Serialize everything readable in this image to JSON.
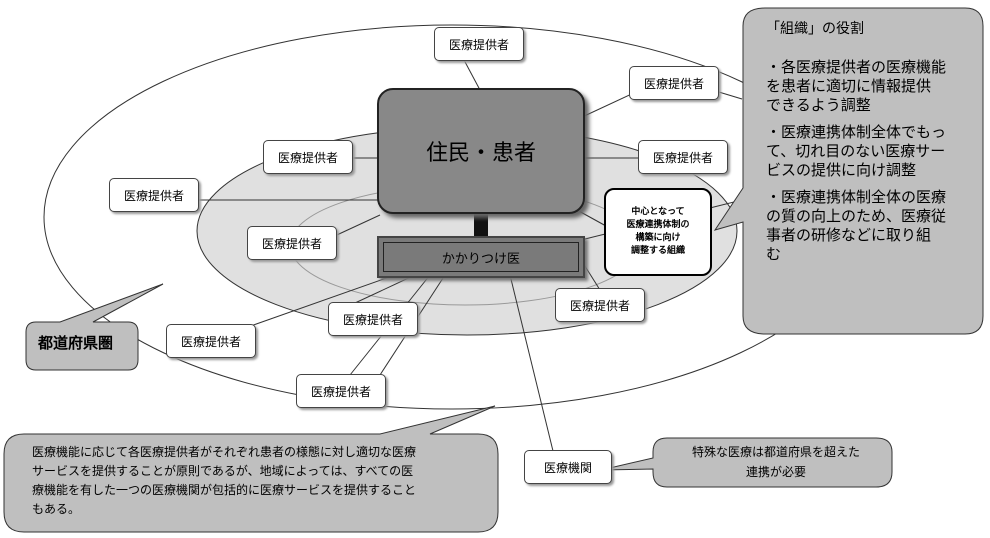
{
  "center": {
    "label": "住民・患者"
  },
  "kakaritsuke": {
    "label": "かかりつけ医"
  },
  "providers": {
    "label": "医療提供者"
  },
  "coordinator": {
    "lines": [
      "中心となって",
      "医療連携体制の",
      "構築に向け",
      "調整する組織"
    ]
  },
  "region_label": "都道府県圏",
  "institution_label": "医療機関",
  "role_box": {
    "title": "「組織」の役割",
    "items": [
      [
        "・各医療提供者の医療機能",
        "を患者に適切に情報提供",
        "できるよう調整"
      ],
      [
        "・医療連携体制全体でもっ",
        "て、切れ目のない医療サー",
        "ビスの提供に向け調整"
      ],
      [
        "・医療連携体制全体の医療",
        "の質の向上のため、医療従",
        "事者の研修などに取り組",
        "む"
      ]
    ]
  },
  "note_bottom": {
    "lines": [
      "医療機能に応じて各医療提供者がそれぞれ患者の様態に対し適切な医療",
      "サービスを提供することが原則であるが、地域によっては、すべての医",
      "療機能を有した一つの医療機関が包括的に医療サービスを提供すること",
      "もある。"
    ]
  },
  "note_special": {
    "lines": [
      "特殊な医療は都道府県を超えた",
      "連携が必要"
    ]
  },
  "colors": {
    "bubble": "#bfbfbf",
    "inner_ellipse": "#e0e0e0",
    "center_box": "#888888"
  }
}
